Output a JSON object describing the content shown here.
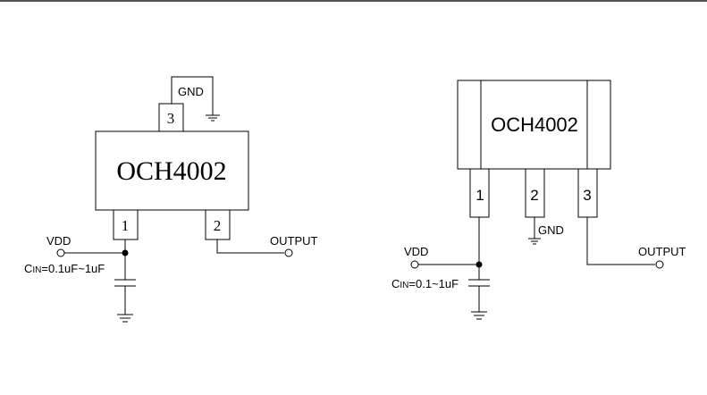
{
  "left_diagram": {
    "chip_label": "OCH4002",
    "pin3_number": "3",
    "pin1_number": "1",
    "pin2_number": "2",
    "gnd_label": "GND",
    "vdd_label": "VDD",
    "output_label": "OUTPUT",
    "cin_prefix": "C",
    "cin_subscript": "IN",
    "cin_value": "=0.1uF~1uF"
  },
  "right_diagram": {
    "chip_label": "OCH4002",
    "pin1_number": "1",
    "pin2_number": "2",
    "pin3_number": "3",
    "gnd_label": "GND",
    "vdd_label": "VDD",
    "output_label": "OUTPUT",
    "cin_prefix": "C",
    "cin_subscript": "IN",
    "cin_value": "=0.1~1uF"
  },
  "colors": {
    "line": "#000000",
    "frame_top": "#555555",
    "background": "#ffffff"
  }
}
